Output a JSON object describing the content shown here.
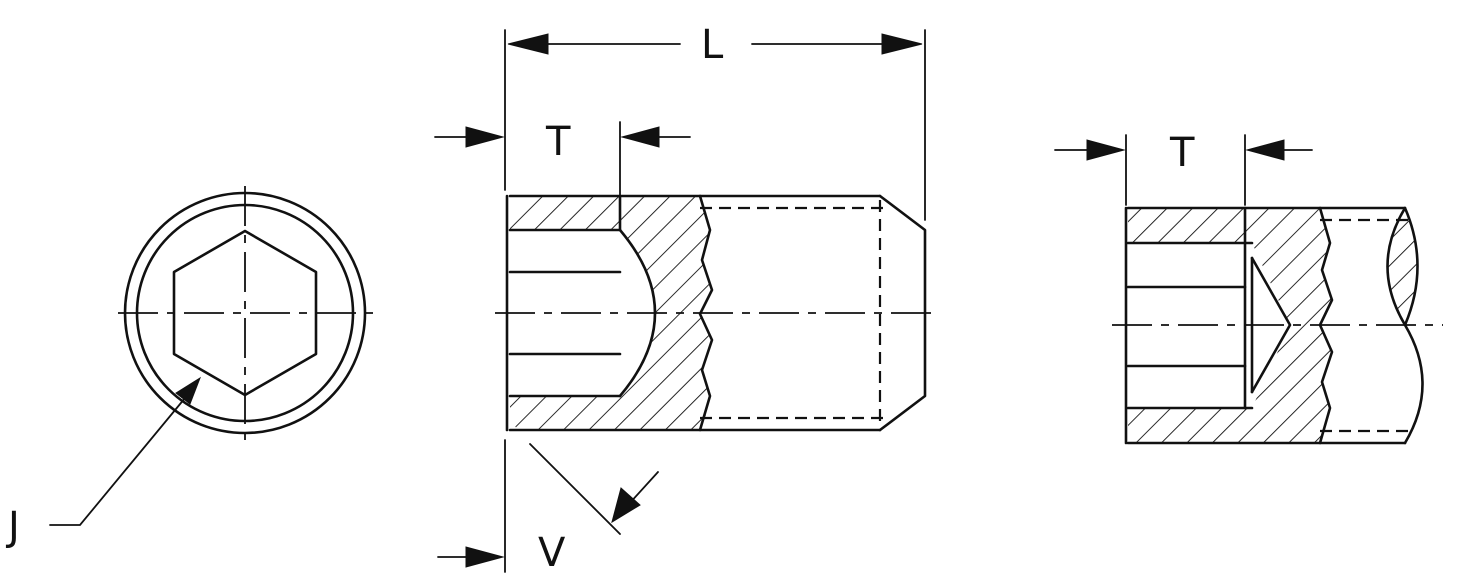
{
  "labels": {
    "length": "L",
    "socket_depth_center": "T",
    "socket_depth_right": "T",
    "hex_size": "J",
    "point_angle": "V"
  },
  "colors": {
    "ink": "#111111",
    "paper": "#ffffff"
  }
}
